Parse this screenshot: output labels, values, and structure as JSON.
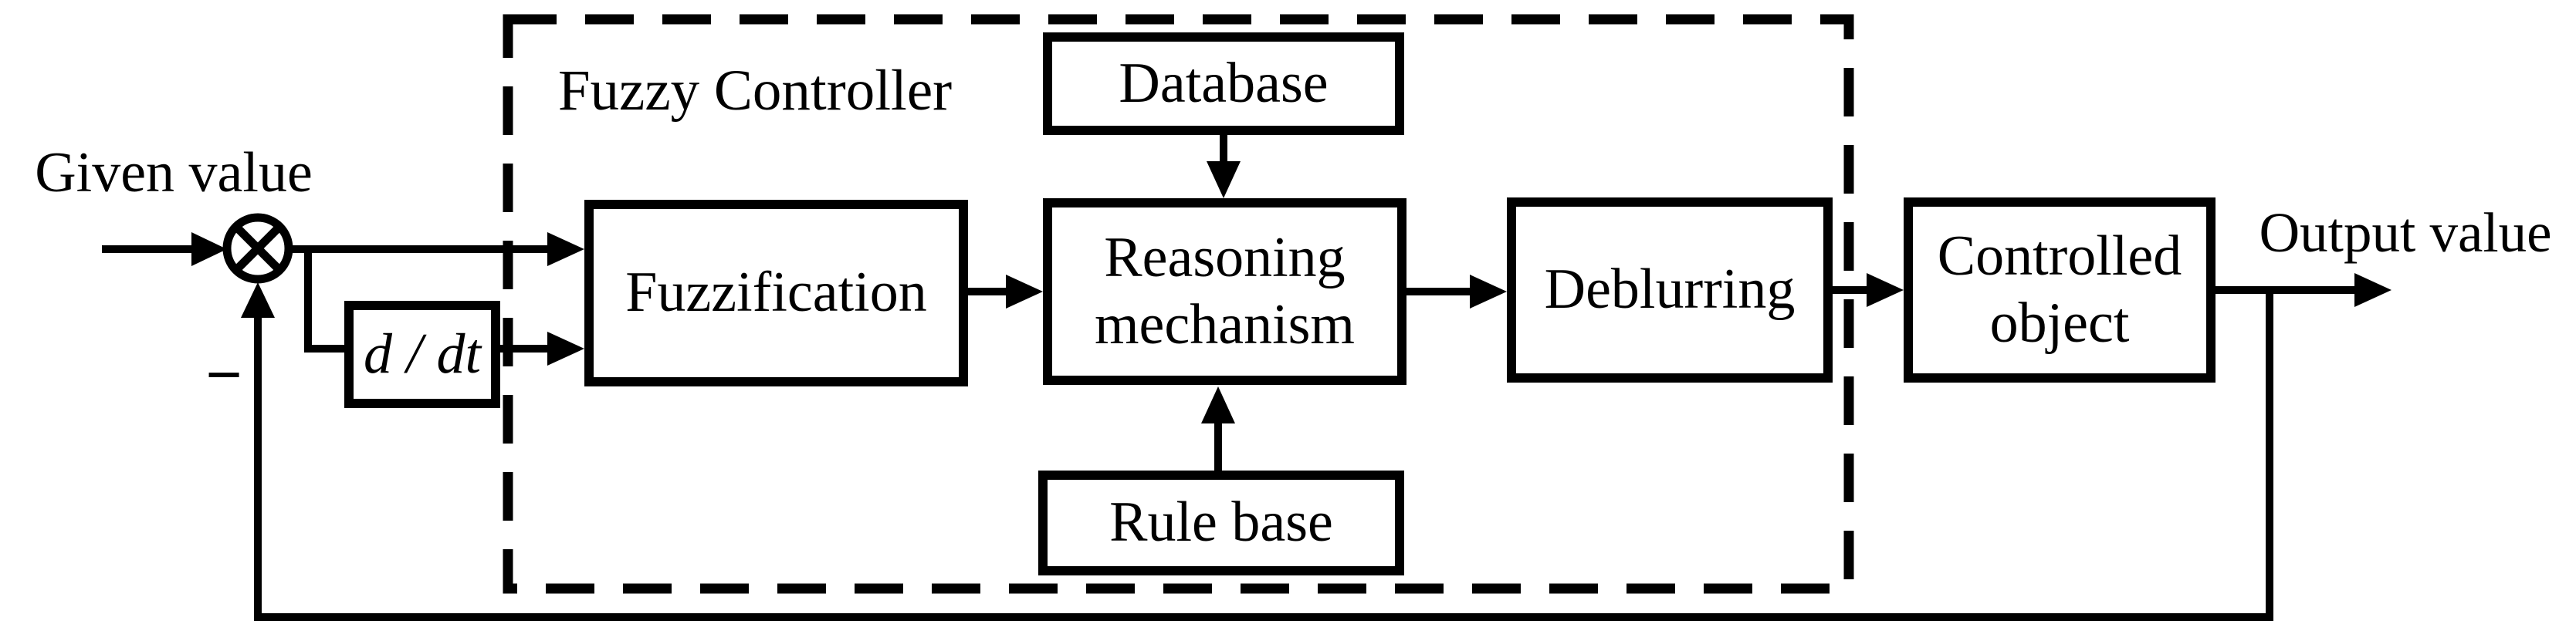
{
  "diagram": {
    "labels": {
      "given_value": "Given value",
      "minus": "−",
      "fuzzy_controller": "Fuzzy Controller",
      "output_value": "Output value"
    },
    "blocks": {
      "derivative": {
        "label": "d / dt"
      },
      "fuzzification": {
        "label": "Fuzzification"
      },
      "database": {
        "label": "Database"
      },
      "reasoning": {
        "lines": [
          "Reasoning",
          "mechanism"
        ]
      },
      "rule_base": {
        "label": "Rule base"
      },
      "deblurring": {
        "label": "Deblurring"
      },
      "controlled_object": {
        "lines": [
          "Controlled",
          "object"
        ]
      }
    },
    "colors": {
      "ink": "#000000",
      "paper": "#ffffff"
    }
  }
}
